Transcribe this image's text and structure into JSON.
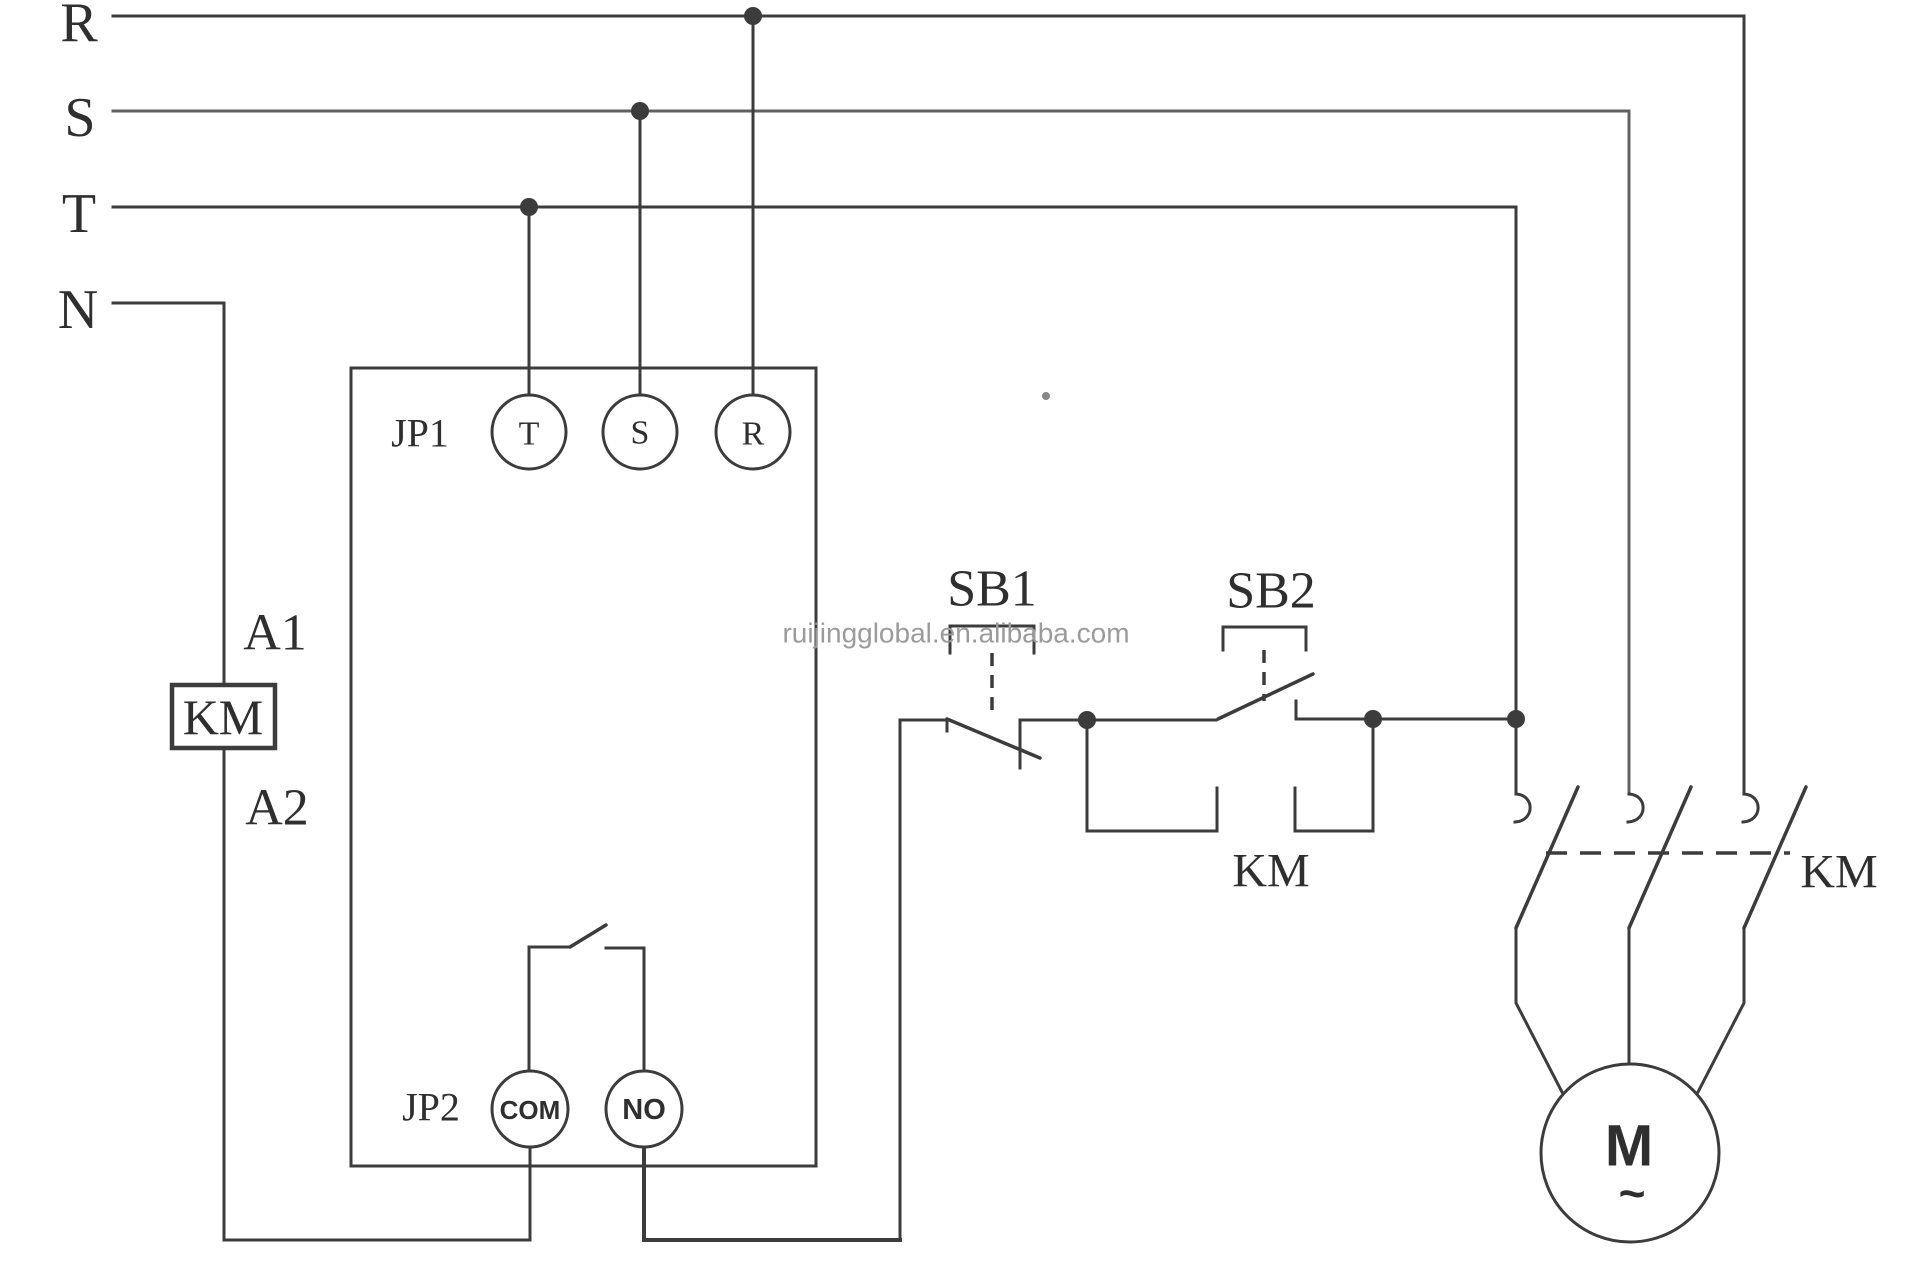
{
  "colors": {
    "line": "#3c3c3c",
    "line_light": "#606060",
    "text": "#2f2f2f",
    "watermark": "#9b9b9b",
    "background": "#ffffff"
  },
  "watermark": {
    "text": "ruijingglobal.en.alibaba.com"
  },
  "power_bus": {
    "phase_r": "R",
    "phase_s": "S",
    "phase_t": "T",
    "neutral": "N"
  },
  "relay": {
    "top_connector_label": "JP1",
    "bottom_connector_label": "JP2",
    "terminal_t": "T",
    "terminal_s": "S",
    "terminal_r": "R",
    "terminal_com": "COM",
    "terminal_no": "NO"
  },
  "contactor_coil": {
    "top_terminal": "A1",
    "label": "KM",
    "bottom_terminal": "A2"
  },
  "stop_button": {
    "label": "SB1"
  },
  "start_button": {
    "label": "SB2"
  },
  "aux_contact": {
    "label": "KM"
  },
  "main_contact": {
    "label": "KM"
  },
  "motor": {
    "letter": "M",
    "phase_symbol": "~"
  }
}
